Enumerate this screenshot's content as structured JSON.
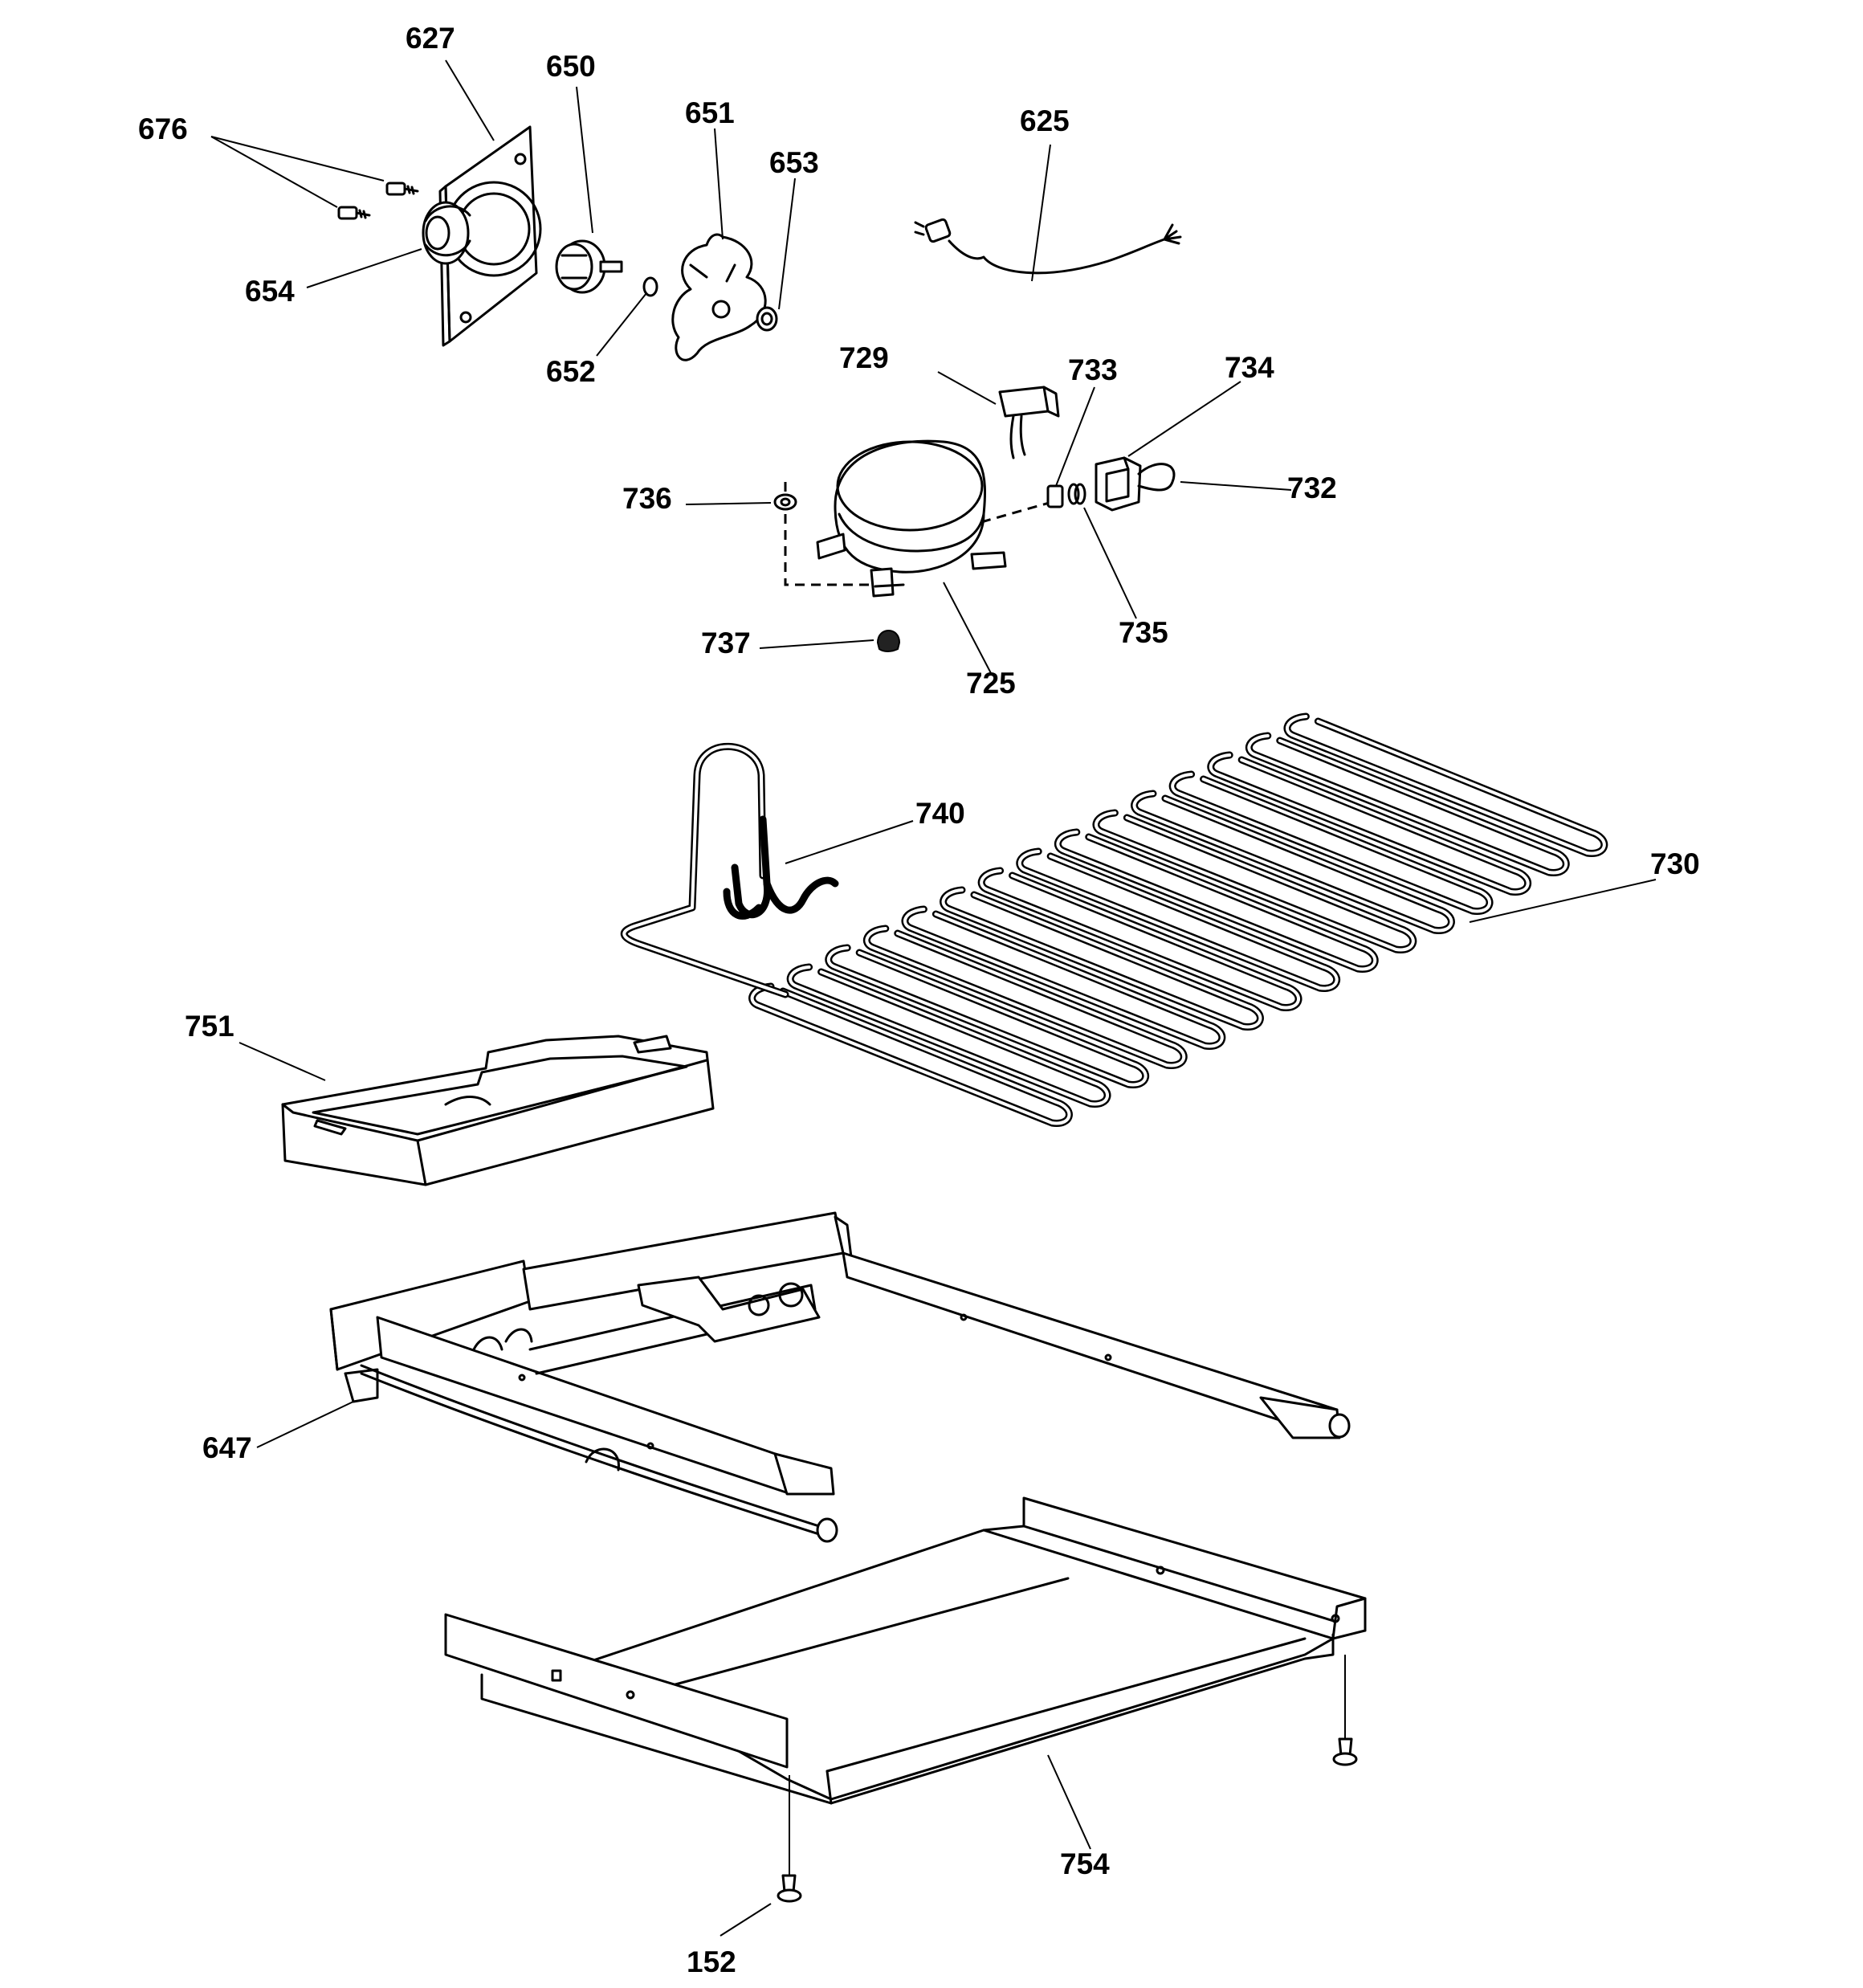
{
  "callouts": {
    "c627": "627",
    "c650": "650",
    "c676": "676",
    "c651": "651",
    "c653": "653",
    "c625": "625",
    "c654": "654",
    "c652": "652",
    "c729": "729",
    "c733": "733",
    "c734": "734",
    "c732": "732",
    "c736": "736",
    "c735": "735",
    "c737": "737",
    "c725": "725",
    "c740": "740",
    "c730": "730",
    "c751": "751",
    "c647": "647",
    "c754": "754",
    "c152": "152"
  }
}
